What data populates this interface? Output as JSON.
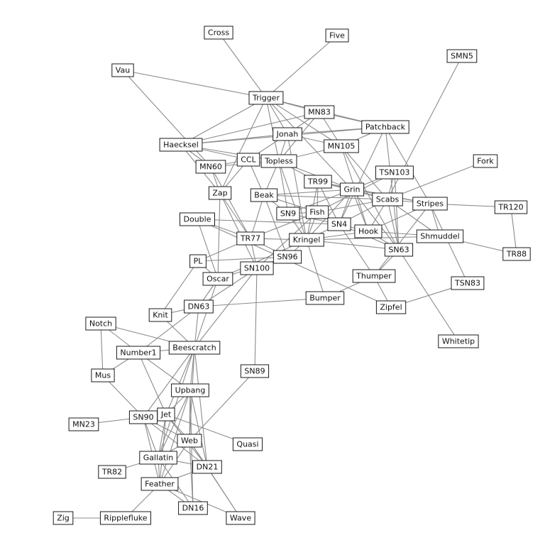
{
  "graph": {
    "nodes": [
      {
        "id": "Cross",
        "label": "Cross"
      },
      {
        "id": "Five",
        "label": "Five"
      },
      {
        "id": "SMN5",
        "label": "SMN5"
      },
      {
        "id": "Vau",
        "label": "Vau"
      },
      {
        "id": "Trigger",
        "label": "Trigger"
      },
      {
        "id": "MN83",
        "label": "MN83"
      },
      {
        "id": "Patchback",
        "label": "Patchback"
      },
      {
        "id": "Jonah",
        "label": "Jonah"
      },
      {
        "id": "Haecksel",
        "label": "Haecksel"
      },
      {
        "id": "MN105",
        "label": "MN105"
      },
      {
        "id": "CCL",
        "label": "CCL"
      },
      {
        "id": "Topless",
        "label": "Topless"
      },
      {
        "id": "MN60",
        "label": "MN60"
      },
      {
        "id": "Fork",
        "label": "Fork"
      },
      {
        "id": "TSN103",
        "label": "TSN103"
      },
      {
        "id": "TR99",
        "label": "TR99"
      },
      {
        "id": "Grin",
        "label": "Grin"
      },
      {
        "id": "Zap",
        "label": "Zap"
      },
      {
        "id": "Beak",
        "label": "Beak"
      },
      {
        "id": "Scabs",
        "label": "Scabs"
      },
      {
        "id": "Stripes",
        "label": "Stripes"
      },
      {
        "id": "TR120",
        "label": "TR120"
      },
      {
        "id": "SN9",
        "label": "SN9"
      },
      {
        "id": "Fish",
        "label": "Fish"
      },
      {
        "id": "Double",
        "label": "Double"
      },
      {
        "id": "SN4",
        "label": "SN4"
      },
      {
        "id": "Hook",
        "label": "Hook"
      },
      {
        "id": "Shmuddel",
        "label": "Shmuddel"
      },
      {
        "id": "TR77",
        "label": "TR77"
      },
      {
        "id": "Kringel",
        "label": "Kringel"
      },
      {
        "id": "SN63",
        "label": "SN63"
      },
      {
        "id": "TR88",
        "label": "TR88"
      },
      {
        "id": "PL",
        "label": "PL"
      },
      {
        "id": "SN96",
        "label": "SN96"
      },
      {
        "id": "SN100",
        "label": "SN100"
      },
      {
        "id": "Oscar",
        "label": "Oscar"
      },
      {
        "id": "Thumper",
        "label": "Thumper"
      },
      {
        "id": "TSN83",
        "label": "TSN83"
      },
      {
        "id": "Bumper",
        "label": "Bumper"
      },
      {
        "id": "Knit",
        "label": "Knit"
      },
      {
        "id": "DN63",
        "label": "DN63"
      },
      {
        "id": "Zipfel",
        "label": "Zipfel"
      },
      {
        "id": "Notch",
        "label": "Notch"
      },
      {
        "id": "Whitetip",
        "label": "Whitetip"
      },
      {
        "id": "Number1",
        "label": "Number1"
      },
      {
        "id": "Beescratch",
        "label": "Beescratch"
      },
      {
        "id": "Mus",
        "label": "Mus"
      },
      {
        "id": "SN89",
        "label": "SN89"
      },
      {
        "id": "Upbang",
        "label": "Upbang"
      },
      {
        "id": "Jet",
        "label": "Jet"
      },
      {
        "id": "SN90",
        "label": "SN90"
      },
      {
        "id": "MN23",
        "label": "MN23"
      },
      {
        "id": "Web",
        "label": "Web"
      },
      {
        "id": "Quasi",
        "label": "Quasi"
      },
      {
        "id": "Gallatin",
        "label": "Gallatin"
      },
      {
        "id": "DN21",
        "label": "DN21"
      },
      {
        "id": "TR82",
        "label": "TR82"
      },
      {
        "id": "Feather",
        "label": "Feather"
      },
      {
        "id": "DN16",
        "label": "DN16"
      },
      {
        "id": "Zig",
        "label": "Zig"
      },
      {
        "id": "Ripplefluke",
        "label": "Ripplefluke"
      },
      {
        "id": "Wave",
        "label": "Wave"
      }
    ],
    "edges": [
      [
        "Cross",
        "Trigger"
      ],
      [
        "Five",
        "Trigger"
      ],
      [
        "Vau",
        "Trigger"
      ],
      [
        "Vau",
        "MN60"
      ],
      [
        "Trigger",
        "MN83"
      ],
      [
        "Trigger",
        "Jonah"
      ],
      [
        "Trigger",
        "Patchback"
      ],
      [
        "Trigger",
        "MN105"
      ],
      [
        "Trigger",
        "Haecksel"
      ],
      [
        "Trigger",
        "Topless"
      ],
      [
        "Trigger",
        "Zap"
      ],
      [
        "Trigger",
        "Grin"
      ],
      [
        "MN83",
        "Patchback"
      ],
      [
        "MN83",
        "Jonah"
      ],
      [
        "MN83",
        "MN105"
      ],
      [
        "MN83",
        "Topless"
      ],
      [
        "MN83",
        "Haecksel"
      ],
      [
        "Patchback",
        "Jonah"
      ],
      [
        "Patchback",
        "Haecksel"
      ],
      [
        "Patchback",
        "MN105"
      ],
      [
        "Patchback",
        "SN4"
      ],
      [
        "Patchback",
        "Stripes"
      ],
      [
        "Patchback",
        "SN63"
      ],
      [
        "SMN5",
        "Scabs"
      ],
      [
        "Jonah",
        "Haecksel"
      ],
      [
        "Jonah",
        "MN105"
      ],
      [
        "Jonah",
        "Topless"
      ],
      [
        "Jonah",
        "CCL"
      ],
      [
        "Jonah",
        "Kringel"
      ],
      [
        "Haecksel",
        "MN60"
      ],
      [
        "Haecksel",
        "CCL"
      ],
      [
        "Haecksel",
        "Topless"
      ],
      [
        "Haecksel",
        "Zap"
      ],
      [
        "MN105",
        "Topless"
      ],
      [
        "MN105",
        "Scabs"
      ],
      [
        "MN105",
        "SN63"
      ],
      [
        "MN105",
        "Hook"
      ],
      [
        "CCL",
        "Zap"
      ],
      [
        "CCL",
        "Beak"
      ],
      [
        "CCL",
        "MN60"
      ],
      [
        "Topless",
        "MN60"
      ],
      [
        "Topless",
        "TR99"
      ],
      [
        "Topless",
        "Beak"
      ],
      [
        "Topless",
        "Kringel"
      ],
      [
        "Topless",
        "SN9"
      ],
      [
        "Topless",
        "Grin"
      ],
      [
        "MN60",
        "Zap"
      ],
      [
        "MN60",
        "TR77"
      ],
      [
        "Fork",
        "Scabs"
      ],
      [
        "TSN103",
        "Grin"
      ],
      [
        "TSN103",
        "SN63"
      ],
      [
        "TSN103",
        "Scabs"
      ],
      [
        "TSN103",
        "Fish"
      ],
      [
        "TR99",
        "Grin"
      ],
      [
        "TR99",
        "Fish"
      ],
      [
        "TR99",
        "Kringel"
      ],
      [
        "TR99",
        "SN4"
      ],
      [
        "TR99",
        "Scabs"
      ],
      [
        "TR99",
        "Stripes"
      ],
      [
        "Grin",
        "Scabs"
      ],
      [
        "Grin",
        "SN4"
      ],
      [
        "Grin",
        "Hook"
      ],
      [
        "Grin",
        "SN63"
      ],
      [
        "Grin",
        "Kringel"
      ],
      [
        "Grin",
        "Beak"
      ],
      [
        "Grin",
        "SN9"
      ],
      [
        "Grin",
        "Stripes"
      ],
      [
        "Zap",
        "TR77"
      ],
      [
        "Zap",
        "SN100"
      ],
      [
        "Zap",
        "Oscar"
      ],
      [
        "Beak",
        "SN9"
      ],
      [
        "Beak",
        "Fish"
      ],
      [
        "Beak",
        "TR77"
      ],
      [
        "Beak",
        "SN96"
      ],
      [
        "Beak",
        "Scabs"
      ],
      [
        "Scabs",
        "Stripes"
      ],
      [
        "Scabs",
        "SN4"
      ],
      [
        "Scabs",
        "Hook"
      ],
      [
        "Scabs",
        "SN63"
      ],
      [
        "Scabs",
        "Shmuddel"
      ],
      [
        "Scabs",
        "Fish"
      ],
      [
        "Stripes",
        "TR120"
      ],
      [
        "Stripes",
        "TSN83"
      ],
      [
        "Stripes",
        "Hook"
      ],
      [
        "Stripes",
        "Thumper"
      ],
      [
        "Stripes",
        "Shmuddel"
      ],
      [
        "TR120",
        "TR88"
      ],
      [
        "SN9",
        "Fish"
      ],
      [
        "SN9",
        "Kringel"
      ],
      [
        "SN9",
        "SN4"
      ],
      [
        "Fish",
        "SN4"
      ],
      [
        "Fish",
        "TR77"
      ],
      [
        "Fish",
        "Kringel"
      ],
      [
        "Fish",
        "SN100"
      ],
      [
        "Double",
        "TR77"
      ],
      [
        "Double",
        "Oscar"
      ],
      [
        "Double",
        "SN4"
      ],
      [
        "Double",
        "Zipfel"
      ],
      [
        "SN4",
        "Kringel"
      ],
      [
        "SN4",
        "SN63"
      ],
      [
        "SN4",
        "Thumper"
      ],
      [
        "SN4",
        "Hook"
      ],
      [
        "Hook",
        "Kringel"
      ],
      [
        "Hook",
        "SN63"
      ],
      [
        "Hook",
        "Shmuddel"
      ],
      [
        "Shmuddel",
        "TR88"
      ],
      [
        "Shmuddel",
        "Kringel"
      ],
      [
        "TR77",
        "SN96"
      ],
      [
        "TR77",
        "PL"
      ],
      [
        "TR77",
        "Kringel"
      ],
      [
        "TR77",
        "SN100"
      ],
      [
        "Kringel",
        "SN63"
      ],
      [
        "Kringel",
        "Bumper"
      ],
      [
        "Kringel",
        "SN96"
      ],
      [
        "Kringel",
        "Oscar"
      ],
      [
        "SN63",
        "Whitetip"
      ],
      [
        "SN63",
        "Thumper"
      ],
      [
        "PL",
        "Oscar"
      ],
      [
        "PL",
        "Knit"
      ],
      [
        "PL",
        "SN96"
      ],
      [
        "SN96",
        "Oscar"
      ],
      [
        "SN100",
        "SN89"
      ],
      [
        "SN100",
        "DN63"
      ],
      [
        "SN100",
        "Beescratch"
      ],
      [
        "Oscar",
        "DN63"
      ],
      [
        "Oscar",
        "Beescratch"
      ],
      [
        "Thumper",
        "Zipfel"
      ],
      [
        "Thumper",
        "Bumper"
      ],
      [
        "Bumper",
        "DN63"
      ],
      [
        "TSN83",
        "Zipfel"
      ],
      [
        "Knit",
        "DN63"
      ],
      [
        "Knit",
        "Beescratch"
      ],
      [
        "DN63",
        "Beescratch"
      ],
      [
        "DN63",
        "Number1"
      ],
      [
        "Notch",
        "Beescratch"
      ],
      [
        "Notch",
        "Number1"
      ],
      [
        "Notch",
        "Mus"
      ],
      [
        "Number1",
        "Beescratch"
      ],
      [
        "Number1",
        "Mus"
      ],
      [
        "Number1",
        "Jet"
      ],
      [
        "Number1",
        "Upbang"
      ],
      [
        "Beescratch",
        "Upbang"
      ],
      [
        "Beescratch",
        "Jet"
      ],
      [
        "Beescratch",
        "SN90"
      ],
      [
        "Beescratch",
        "Web"
      ],
      [
        "Beescratch",
        "Gallatin"
      ],
      [
        "Beescratch",
        "DN21"
      ],
      [
        "Mus",
        "SN90"
      ],
      [
        "SN89",
        "Web"
      ],
      [
        "Upbang",
        "Jet"
      ],
      [
        "Upbang",
        "Web"
      ],
      [
        "Upbang",
        "Gallatin"
      ],
      [
        "Upbang",
        "Feather"
      ],
      [
        "Upbang",
        "DN16"
      ],
      [
        "Upbang",
        "DN21"
      ],
      [
        "Jet",
        "SN90"
      ],
      [
        "Jet",
        "Web"
      ],
      [
        "Jet",
        "Gallatin"
      ],
      [
        "Jet",
        "Feather"
      ],
      [
        "Jet",
        "Quasi"
      ],
      [
        "Jet",
        "DN21"
      ],
      [
        "SN90",
        "MN23"
      ],
      [
        "SN90",
        "Gallatin"
      ],
      [
        "SN90",
        "Feather"
      ],
      [
        "SN90",
        "Web"
      ],
      [
        "SN90",
        "DN21"
      ],
      [
        "Web",
        "Gallatin"
      ],
      [
        "Web",
        "Feather"
      ],
      [
        "Web",
        "DN21"
      ],
      [
        "Web",
        "Wave"
      ],
      [
        "Web",
        "DN16"
      ],
      [
        "Gallatin",
        "Feather"
      ],
      [
        "Gallatin",
        "DN21"
      ],
      [
        "Gallatin",
        "TR82"
      ],
      [
        "Gallatin",
        "DN16"
      ],
      [
        "Feather",
        "Ripplefluke"
      ],
      [
        "Feather",
        "DN16"
      ],
      [
        "Feather",
        "DN21"
      ],
      [
        "Feather",
        "Wave"
      ],
      [
        "DN21",
        "Wave"
      ],
      [
        "Ripplefluke",
        "Zig"
      ]
    ]
  }
}
